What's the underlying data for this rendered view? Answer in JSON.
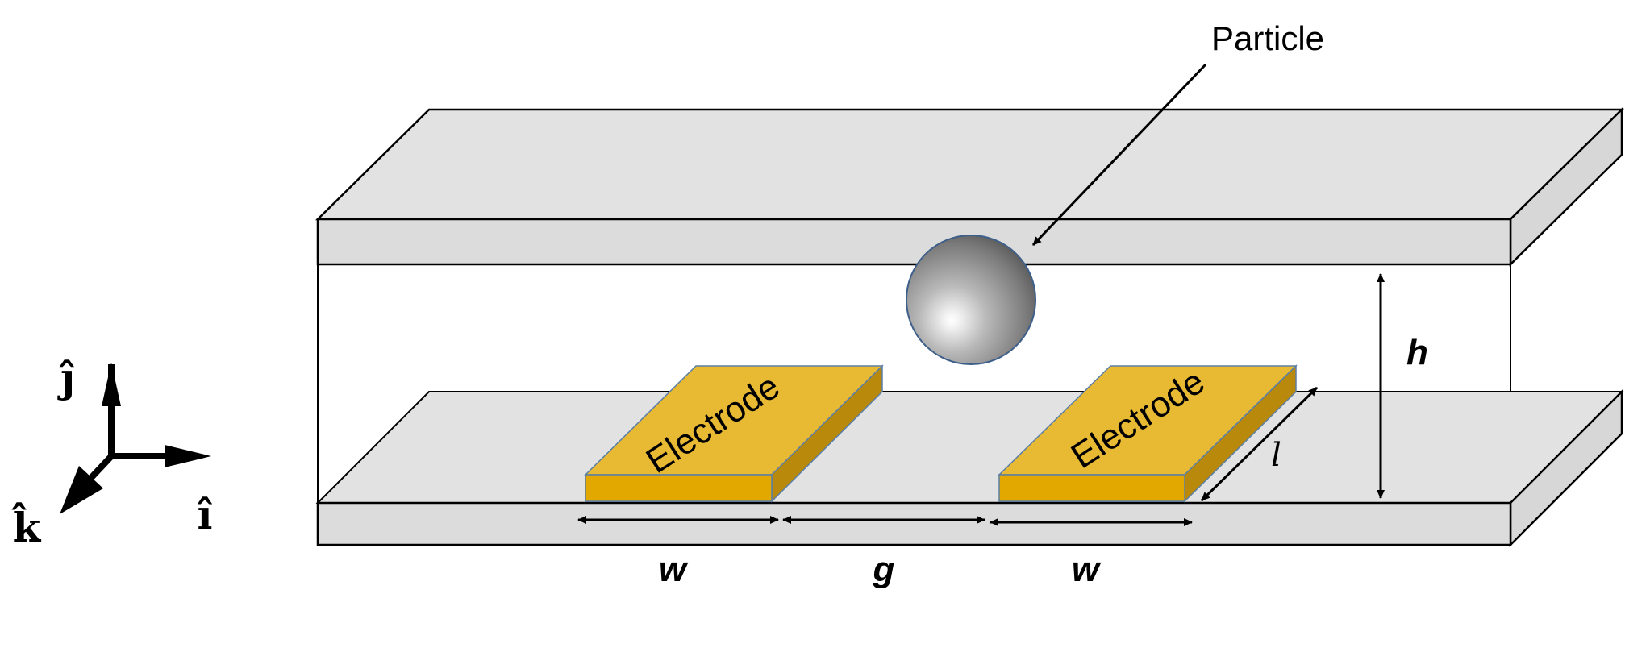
{
  "labels": {
    "particle": "Particle",
    "electrode_left": "Electrode",
    "electrode_right": "Electrode",
    "dim_w_left": "w",
    "dim_g": "g",
    "dim_w_right": "w",
    "dim_h": "h",
    "dim_l": "l"
  },
  "axes": {
    "j": "ĵ",
    "i": "î",
    "k": "k̂"
  },
  "colors": {
    "channel_fill": "#e2e2e2",
    "channel_front": "#dcdcdc",
    "channel_side": "#d7d7d7",
    "electrode_top": "#e8b933",
    "electrode_front": "#e2a800",
    "electrode_side": "#b8890a",
    "electrode_edge": "#5b7fa6",
    "particle_edge": "#3d5f8a"
  }
}
